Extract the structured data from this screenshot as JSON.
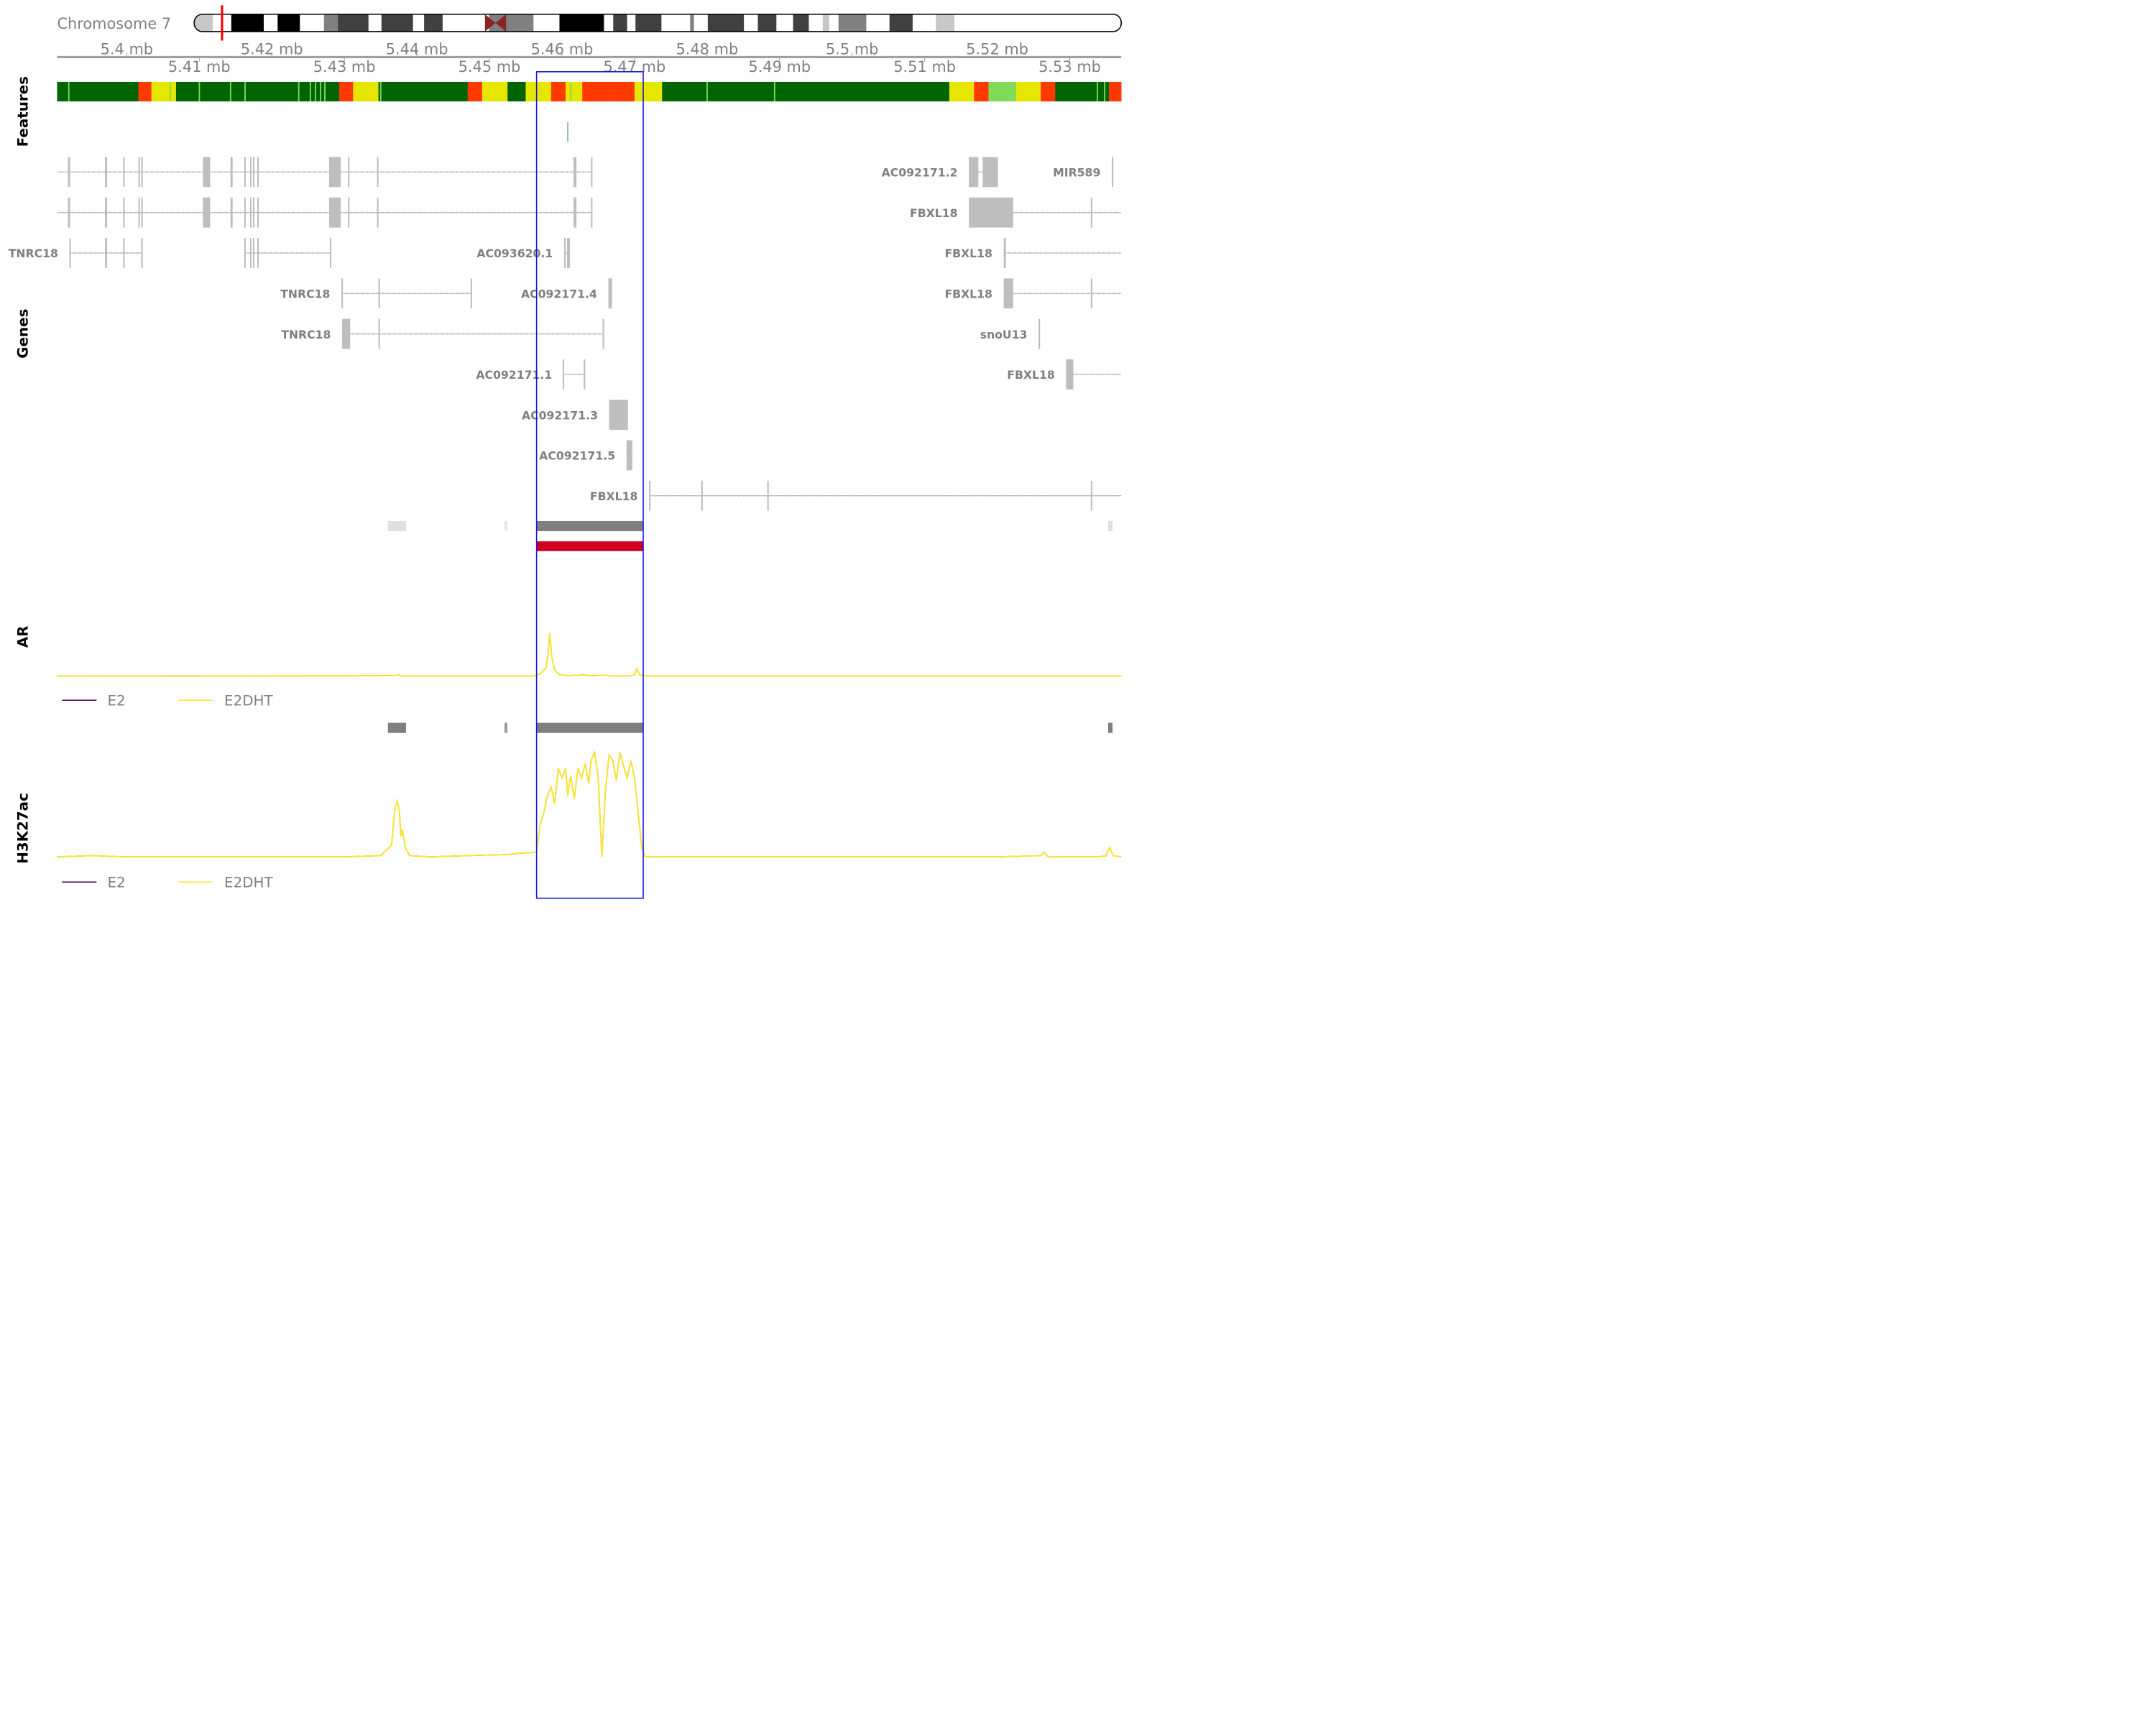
{
  "chromosome": {
    "label": "Chromosome 7",
    "bands": [
      {
        "s": 0.0,
        "e": 0.02,
        "c": "#c8c8c8"
      },
      {
        "s": 0.02,
        "e": 0.04,
        "c": "#ffffff"
      },
      {
        "s": 0.04,
        "e": 0.075,
        "c": "#000000"
      },
      {
        "s": 0.075,
        "e": 0.09,
        "c": "#ffffff"
      },
      {
        "s": 0.09,
        "e": 0.114,
        "c": "#000000"
      },
      {
        "s": 0.114,
        "e": 0.14,
        "c": "#ffffff"
      },
      {
        "s": 0.14,
        "e": 0.155,
        "c": "#808080"
      },
      {
        "s": 0.155,
        "e": 0.188,
        "c": "#404040"
      },
      {
        "s": 0.188,
        "e": 0.202,
        "c": "#ffffff"
      },
      {
        "s": 0.202,
        "e": 0.236,
        "c": "#404040"
      },
      {
        "s": 0.236,
        "e": 0.248,
        "c": "#ffffff"
      },
      {
        "s": 0.248,
        "e": 0.268,
        "c": "#404040"
      },
      {
        "s": 0.268,
        "e": 0.296,
        "c": "#ffffff"
      },
      {
        "s": 0.296,
        "e": 0.318,
        "c": "#ffffff"
      },
      {
        "s": 0.318,
        "e": 0.366,
        "c": "#808080"
      },
      {
        "s": 0.366,
        "e": 0.394,
        "c": "#ffffff"
      },
      {
        "s": 0.394,
        "e": 0.442,
        "c": "#000000"
      },
      {
        "s": 0.442,
        "e": 0.452,
        "c": "#ffffff"
      },
      {
        "s": 0.452,
        "e": 0.467,
        "c": "#404040"
      },
      {
        "s": 0.467,
        "e": 0.476,
        "c": "#ffffff"
      },
      {
        "s": 0.476,
        "e": 0.504,
        "c": "#404040"
      },
      {
        "s": 0.504,
        "e": 0.535,
        "c": "#ffffff"
      },
      {
        "s": 0.535,
        "e": 0.539,
        "c": "#808080"
      },
      {
        "s": 0.539,
        "e": 0.554,
        "c": "#ffffff"
      },
      {
        "s": 0.554,
        "e": 0.593,
        "c": "#404040"
      },
      {
        "s": 0.593,
        "e": 0.608,
        "c": "#ffffff"
      },
      {
        "s": 0.608,
        "e": 0.628,
        "c": "#404040"
      },
      {
        "s": 0.628,
        "e": 0.646,
        "c": "#ffffff"
      },
      {
        "s": 0.646,
        "e": 0.663,
        "c": "#404040"
      },
      {
        "s": 0.663,
        "e": 0.678,
        "c": "#ffffff"
      },
      {
        "s": 0.678,
        "e": 0.685,
        "c": "#c8c8c8"
      },
      {
        "s": 0.685,
        "e": 0.695,
        "c": "#ffffff"
      },
      {
        "s": 0.695,
        "e": 0.725,
        "c": "#808080"
      },
      {
        "s": 0.725,
        "e": 0.75,
        "c": "#ffffff"
      },
      {
        "s": 0.75,
        "e": 0.775,
        "c": "#404040"
      },
      {
        "s": 0.775,
        "e": 0.8,
        "c": "#ffffff"
      },
      {
        "s": 0.8,
        "e": 0.82,
        "c": "#c8c8c8"
      },
      {
        "s": 0.82,
        "e": 1.0,
        "c": "#ffffff"
      }
    ],
    "centromere": 0.325,
    "centromere_color": "#8b2323",
    "marker": 0.03,
    "marker_color": "#ff0000"
  },
  "axis": {
    "start": 5.3904,
    "end": 5.5371,
    "upper_labels": [
      "5.4 mb",
      "5.42 mb",
      "5.44 mb",
      "5.46 mb",
      "5.48 mb",
      "5.5 mb",
      "5.52 mb"
    ],
    "upper_values": [
      5.4,
      5.42,
      5.44,
      5.46,
      5.48,
      5.5,
      5.52
    ],
    "lower_labels": [
      "5.41 mb",
      "5.43 mb",
      "5.45 mb",
      "5.47 mb",
      "5.49 mb",
      "5.51 mb",
      "5.53 mb"
    ],
    "lower_values": [
      5.41,
      5.43,
      5.45,
      5.47,
      5.49,
      5.51,
      5.53
    ]
  },
  "track_labels": {
    "features": "Features",
    "genes": "Genes",
    "ar": "AR",
    "h3k27ac": "H3K27ac"
  },
  "colors": {
    "dark_green": "#006400",
    "light_green": "#7fdb58",
    "yellow": "#e6e600",
    "orange_red": "#ff3a00",
    "gene_gray": "#bebebe",
    "peak_gray": "#7f7f7f",
    "light_peak_gray": "#e0e0e0",
    "dark_red": "#cd0020",
    "highlight_blue": "#1414e0",
    "e2_color": "#440154",
    "e2dht_color": "#fde725"
  },
  "chromhmm": [
    {
      "s": 5.3904,
      "e": 5.4016,
      "c": "dark_green"
    },
    {
      "s": 5.4016,
      "e": 5.4034,
      "c": "orange_red"
    },
    {
      "s": 5.4034,
      "e": 5.4068,
      "c": "yellow"
    },
    {
      "s": 5.4068,
      "e": 5.4293,
      "c": "dark_green"
    },
    {
      "s": 5.4293,
      "e": 5.4312,
      "c": "orange_red"
    },
    {
      "s": 5.4312,
      "e": 5.4347,
      "c": "yellow"
    },
    {
      "s": 5.4347,
      "e": 5.447,
      "c": "dark_green"
    },
    {
      "s": 5.447,
      "e": 5.449,
      "c": "orange_red"
    },
    {
      "s": 5.449,
      "e": 5.4525,
      "c": "yellow"
    },
    {
      "s": 5.4525,
      "e": 5.455,
      "c": "dark_green"
    },
    {
      "s": 5.455,
      "e": 5.4585,
      "c": "yellow"
    },
    {
      "s": 5.4585,
      "e": 5.4605,
      "c": "orange_red"
    },
    {
      "s": 5.4605,
      "e": 5.4628,
      "c": "yellow"
    },
    {
      "s": 5.4628,
      "e": 5.4667,
      "c": "orange_red"
    },
    {
      "s": 5.4667,
      "e": 5.47,
      "c": "orange_red"
    },
    {
      "s": 5.47,
      "e": 5.4738,
      "c": "yellow"
    },
    {
      "s": 5.4738,
      "e": 5.5134,
      "c": "dark_green"
    },
    {
      "s": 5.5134,
      "e": 5.5168,
      "c": "yellow"
    },
    {
      "s": 5.5168,
      "e": 5.5188,
      "c": "orange_red"
    },
    {
      "s": 5.5188,
      "e": 5.5226,
      "c": "light_green"
    },
    {
      "s": 5.5226,
      "e": 5.526,
      "c": "yellow"
    },
    {
      "s": 5.526,
      "e": 5.528,
      "c": "orange_red"
    },
    {
      "s": 5.528,
      "e": 5.5354,
      "c": "dark_green"
    },
    {
      "s": 5.5354,
      "e": 5.5371,
      "c": "orange_red"
    }
  ],
  "chromhmm_lines": [
    5.392,
    5.406,
    5.41,
    5.4143,
    5.4163,
    5.4237,
    5.4253,
    5.426,
    5.4267,
    5.4273,
    5.435,
    5.4612,
    5.48,
    5.4893,
    5.5338,
    5.5348
  ],
  "feature_tick": 5.4608,
  "genes": [
    {
      "row": 0,
      "name": "",
      "line": [
        5.3904,
        5.464
      ],
      "exons": [
        [
          5.3919,
          5.3922
        ],
        [
          5.397,
          5.3973
        ],
        [
          5.3995,
          5.3997
        ],
        [
          5.4016,
          5.4018
        ],
        [
          5.402,
          5.4022
        ],
        [
          5.4105,
          5.4115
        ],
        [
          5.4143,
          5.4146
        ],
        [
          5.4162,
          5.4164
        ],
        [
          5.417,
          5.4172
        ],
        [
          5.4174,
          5.4176
        ],
        [
          5.418,
          5.4182
        ],
        [
          5.4279,
          5.4295
        ],
        [
          5.4305,
          5.4307
        ],
        [
          5.4345,
          5.4347
        ],
        [
          5.4616,
          5.462
        ],
        [
          5.464,
          5.4642
        ]
      ]
    },
    {
      "row": 0,
      "name": "AC092171.2",
      "line": [
        5.5161,
        5.5196
      ],
      "exons": [
        [
          5.5161,
          5.5174
        ],
        [
          5.518,
          5.5201
        ]
      ]
    },
    {
      "row": 0,
      "name": "MIR589",
      "line": [
        5.5358,
        5.536
      ],
      "exons": [
        [
          5.5358,
          5.536
        ]
      ]
    },
    {
      "row": 1,
      "name": "",
      "line": [
        5.3904,
        5.464
      ],
      "exons": [
        [
          5.3919,
          5.3922
        ],
        [
          5.397,
          5.3973
        ],
        [
          5.3995,
          5.3997
        ],
        [
          5.4016,
          5.4018
        ],
        [
          5.402,
          5.4022
        ],
        [
          5.4105,
          5.4115
        ],
        [
          5.4143,
          5.4146
        ],
        [
          5.4162,
          5.4164
        ],
        [
          5.417,
          5.4172
        ],
        [
          5.4174,
          5.4176
        ],
        [
          5.418,
          5.4182
        ],
        [
          5.4279,
          5.4295
        ],
        [
          5.4305,
          5.4307
        ],
        [
          5.4345,
          5.4347
        ],
        [
          5.4616,
          5.462
        ],
        [
          5.464,
          5.4642
        ]
      ]
    },
    {
      "row": 1,
      "name": "FBXL18",
      "line": [
        5.5161,
        5.5371
      ],
      "exons": [
        [
          5.5161,
          5.5222
        ],
        [
          5.5329,
          5.5331
        ]
      ]
    },
    {
      "row": 2,
      "name": "TNRC18",
      "line": [
        5.3921,
        5.402
      ],
      "exons": [
        [
          5.3921,
          5.3923
        ],
        [
          5.397,
          5.3973
        ],
        [
          5.3995,
          5.3997
        ],
        [
          5.402,
          5.4022
        ]
      ]
    },
    {
      "row": 2,
      "name": "",
      "line": [
        5.4162,
        5.4282
      ],
      "exons": [
        [
          5.4162,
          5.4164
        ],
        [
          5.417,
          5.4172
        ],
        [
          5.4174,
          5.4176
        ],
        [
          5.418,
          5.4182
        ],
        [
          5.428,
          5.4282
        ]
      ]
    },
    {
      "row": 2,
      "name": "AC093620.1",
      "line": [
        5.4603,
        5.461
      ],
      "exons": [
        [
          5.4603,
          5.4605
        ],
        [
          5.4607,
          5.4611
        ]
      ]
    },
    {
      "row": 2,
      "name": "FBXL18",
      "line": [
        5.5209,
        5.5371
      ],
      "exons": [
        [
          5.5209,
          5.5212
        ]
      ]
    },
    {
      "row": 3,
      "name": "TNRC18",
      "line": [
        5.4296,
        5.4475
      ],
      "exons": [
        [
          5.4296,
          5.4298
        ],
        [
          5.4347,
          5.4349
        ],
        [
          5.4474,
          5.4476
        ]
      ]
    },
    {
      "row": 3,
      "name": "AC092171.4",
      "line": [
        5.4664,
        5.4668
      ],
      "exons": [
        [
          5.4664,
          5.4669
        ]
      ]
    },
    {
      "row": 3,
      "name": "FBXL18",
      "line": [
        5.5209,
        5.5371
      ],
      "exons": [
        [
          5.5209,
          5.5222
        ],
        [
          5.5329,
          5.5331
        ]
      ]
    },
    {
      "row": 4,
      "name": "TNRC18",
      "line": [
        5.4297,
        5.4658
      ],
      "exons": [
        [
          5.4297,
          5.4308
        ],
        [
          5.4347,
          5.4349
        ],
        [
          5.4656,
          5.4658
        ]
      ]
    },
    {
      "row": 4,
      "name": "snoU13",
      "line": [
        5.5257,
        5.5259
      ],
      "exons": [
        [
          5.5257,
          5.5259
        ]
      ]
    },
    {
      "row": 5,
      "name": "AC092171.1",
      "line": [
        5.4602,
        5.4631
      ],
      "exons": [
        [
          5.4601,
          5.4603
        ],
        [
          5.463,
          5.4632
        ]
      ]
    },
    {
      "row": 5,
      "name": "FBXL18",
      "line": [
        5.5295,
        5.5371
      ],
      "exons": [
        [
          5.5295,
          5.5305
        ]
      ]
    },
    {
      "row": 6,
      "name": "AC092171.3",
      "line": [
        5.4665,
        5.4691
      ],
      "exons": [
        [
          5.4665,
          5.4691
        ]
      ]
    },
    {
      "row": 7,
      "name": "AC092171.5",
      "line": [
        5.4689,
        5.4697
      ],
      "exons": [
        [
          5.4689,
          5.4697
        ]
      ]
    },
    {
      "row": 8,
      "name": "FBXL18",
      "line": [
        5.472,
        5.5371
      ],
      "exons": [
        [
          5.472,
          5.4722
        ],
        [
          5.4792,
          5.4794
        ],
        [
          5.4883,
          5.4885
        ],
        [
          5.5329,
          5.5331
        ]
      ]
    }
  ],
  "ar_peaks": [
    {
      "s": 5.436,
      "e": 5.4385,
      "c": "light_peak_gray"
    },
    {
      "s": 5.4521,
      "e": 5.4522,
      "c": "light_peak_gray"
    },
    {
      "s": 5.4523,
      "e": 5.4524,
      "c": "light_peak_gray"
    },
    {
      "s": 5.4565,
      "e": 5.4712,
      "c": "peak_gray"
    },
    {
      "s": 5.5353,
      "e": 5.5359,
      "c": "light_peak_gray"
    }
  ],
  "diff_peak": {
    "s": 5.4565,
    "e": 5.4712,
    "c": "dark_red"
  },
  "h3k27ac_peaks": [
    {
      "s": 5.436,
      "e": 5.4385
    },
    {
      "s": 5.4521,
      "e": 5.4522
    },
    {
      "s": 5.4523,
      "e": 5.4524
    },
    {
      "s": 5.4565,
      "e": 5.4712
    },
    {
      "s": 5.5353,
      "e": 5.5359
    }
  ],
  "highlight": {
    "s": 5.4565,
    "e": 5.4712
  },
  "legend": {
    "e2": "E2",
    "e2dht": "E2DHT"
  },
  "ar_signal": [
    [
      5.3904,
      0.01
    ],
    [
      5.437,
      0.02
    ],
    [
      5.4375,
      0.04
    ],
    [
      5.438,
      0.01
    ],
    [
      5.456,
      0.01
    ],
    [
      5.457,
      0.06
    ],
    [
      5.4578,
      0.2
    ],
    [
      5.4581,
      0.55
    ],
    [
      5.4583,
      1.0
    ],
    [
      5.4586,
      0.45
    ],
    [
      5.459,
      0.15
    ],
    [
      5.4596,
      0.05
    ],
    [
      5.461,
      0.02
    ],
    [
      5.463,
      0.04
    ],
    [
      5.464,
      0.02
    ],
    [
      5.466,
      0.03
    ],
    [
      5.468,
      0.01
    ],
    [
      5.47,
      0.03
    ],
    [
      5.4703,
      0.18
    ],
    [
      5.4707,
      0.04
    ],
    [
      5.472,
      0.01
    ],
    [
      5.5371,
      0.01
    ]
  ],
  "h3k27ac_signal": [
    [
      5.3904,
      0.02
    ],
    [
      5.395,
      0.03
    ],
    [
      5.4,
      0.02
    ],
    [
      5.41,
      0.02
    ],
    [
      5.43,
      0.02
    ],
    [
      5.435,
      0.03
    ],
    [
      5.4365,
      0.12
    ],
    [
      5.437,
      0.45
    ],
    [
      5.4373,
      0.5
    ],
    [
      5.4376,
      0.4
    ],
    [
      5.4378,
      0.2
    ],
    [
      5.438,
      0.25
    ],
    [
      5.4384,
      0.1
    ],
    [
      5.439,
      0.03
    ],
    [
      5.442,
      0.02
    ],
    [
      5.447,
      0.03
    ],
    [
      5.4525,
      0.04
    ],
    [
      5.454,
      0.05
    ],
    [
      5.4565,
      0.06
    ],
    [
      5.457,
      0.3
    ],
    [
      5.4575,
      0.4
    ],
    [
      5.458,
      0.55
    ],
    [
      5.4585,
      0.62
    ],
    [
      5.459,
      0.48
    ],
    [
      5.4595,
      0.78
    ],
    [
      5.46,
      0.7
    ],
    [
      5.4605,
      0.78
    ],
    [
      5.4608,
      0.55
    ],
    [
      5.4612,
      0.72
    ],
    [
      5.4617,
      0.52
    ],
    [
      5.4622,
      0.78
    ],
    [
      5.4627,
      0.7
    ],
    [
      5.4632,
      0.82
    ],
    [
      5.4637,
      0.65
    ],
    [
      5.464,
      0.85
    ],
    [
      5.4645,
      0.92
    ],
    [
      5.465,
      0.7
    ],
    [
      5.4655,
      0.02
    ],
    [
      5.466,
      0.6
    ],
    [
      5.4665,
      0.9
    ],
    [
      5.467,
      0.85
    ],
    [
      5.4675,
      0.68
    ],
    [
      5.468,
      0.92
    ],
    [
      5.4685,
      0.8
    ],
    [
      5.469,
      0.7
    ],
    [
      5.4695,
      0.85
    ],
    [
      5.47,
      0.7
    ],
    [
      5.4705,
      0.4
    ],
    [
      5.471,
      0.1
    ],
    [
      5.4715,
      0.02
    ],
    [
      5.48,
      0.02
    ],
    [
      5.5,
      0.02
    ],
    [
      5.52,
      0.02
    ],
    [
      5.526,
      0.03
    ],
    [
      5.5265,
      0.06
    ],
    [
      5.527,
      0.02
    ],
    [
      5.534,
      0.02
    ],
    [
      5.535,
      0.03
    ],
    [
      5.5355,
      0.1
    ],
    [
      5.536,
      0.03
    ],
    [
      5.5371,
      0.02
    ]
  ]
}
